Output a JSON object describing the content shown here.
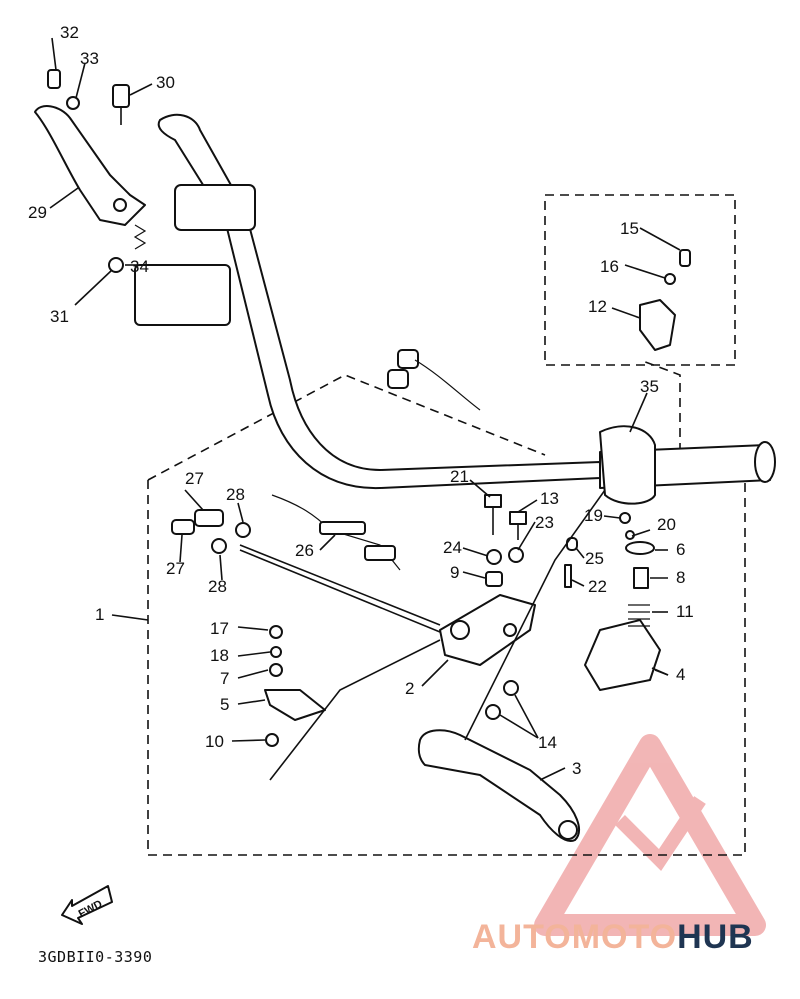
{
  "diagram": {
    "ref_code": "3GDBII0-3390",
    "fwd_label": "FWD",
    "brand": {
      "part1": "AUTOMOTO",
      "part2": "HUB",
      "color1": "#f3b49a",
      "color2": "#1f3552",
      "logo_color": "#e87a7a"
    },
    "callouts": [
      "1",
      "2",
      "3",
      "4",
      "5",
      "6",
      "7",
      "8",
      "9",
      "10",
      "11",
      "12",
      "13",
      "14",
      "15",
      "16",
      "17",
      "18",
      "19",
      "20",
      "21",
      "22",
      "23",
      "24",
      "25",
      "26",
      "27",
      "28",
      "29",
      "30",
      "31",
      "32",
      "33",
      "34",
      "35"
    ]
  }
}
